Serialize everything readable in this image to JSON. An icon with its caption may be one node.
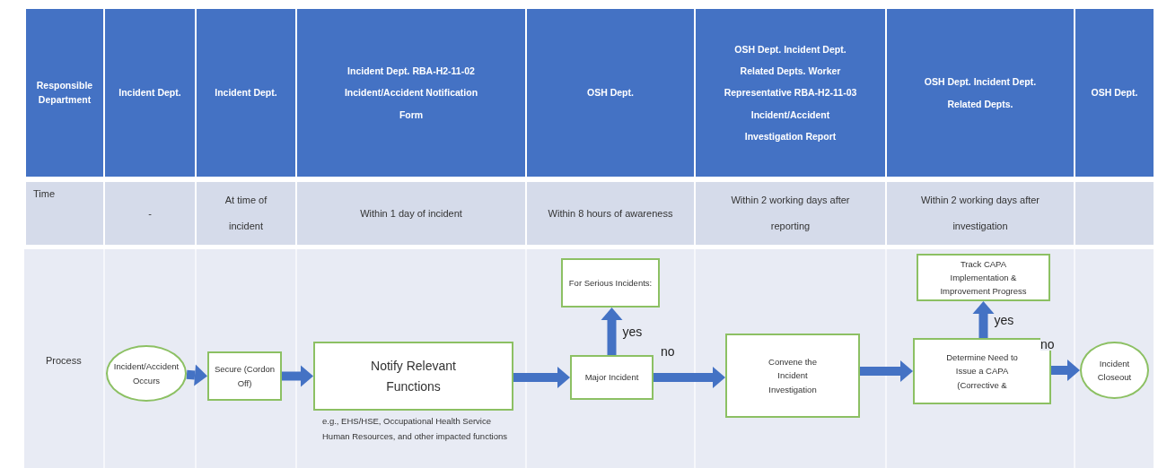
{
  "diagram": {
    "nodes": [
      {
        "text": [
          "Incident/Accident Occurs"
        ]
      },
      {
        "text": [
          "Secure (Cordon Off)"
        ]
      },
      {
        "text": [
          "Notify Relevant Functions"
        ],
        "beside": [
          "e.g., EHS/HSE, Occupational Health Service Human Resources, and other impacted functions"
        ]
      },
      {
        "text": [
          "Major Incident"
        ]
      },
      {
        "text": [
          "For Serious Incidents:"
        ]
      },
      {
        "text": [
          "Convene the Incident Investigation"
        ]
      },
      {
        "text": [
          "Determine Need to Issue a CAPA (Corrective &"
        ]
      },
      {
        "text": [
          "Track CAPA Implementation & Improvement Progress"
        ]
      },
      {
        "text": [
          "Incident Closeout"
        ]
      }
    ],
    "edges": [
      {
        "from": 0,
        "to": 1,
        "arrow": "to"
      },
      {
        "from": 1,
        "to": 2,
        "arrow": "to"
      },
      {
        "from": 2,
        "to": 3,
        "arrow": "to"
      },
      {
        "from": 3,
        "to": 4,
        "arrow": "to",
        "label": "yes"
      },
      {
        "from": 3,
        "to": 5,
        "arrow": "to",
        "label": "no"
      },
      {
        "from": 5,
        "to": 6,
        "arrow": "to"
      },
      {
        "from": 6,
        "to": 7,
        "arrow": "to",
        "label": "yes"
      },
      {
        "from": 6,
        "to": 8,
        "arrow": "to",
        "label": "no"
      }
    ],
    "labels": [
      "Responsible Department",
      "Incident Dept.",
      "Incident Dept.",
      "Incident Dept. RBA-H2-11-02 Incident/Accident Notification Form",
      "OSH Dept.",
      "OSH Dept. Incident Dept. Related Depts. Worker Representative RBA-H2-11-03 Incident/Accident Investigation Report",
      "OSH Dept. Incident Dept. Related Depts.",
      "OSH Dept.",
      "Time",
      "-",
      "At time of incident",
      "Within 1 day of incident",
      "Within 8 hours of awareness",
      "Within 2 working days after reporting",
      "Within 2 working days after investigation",
      "Process"
    ]
  }
}
